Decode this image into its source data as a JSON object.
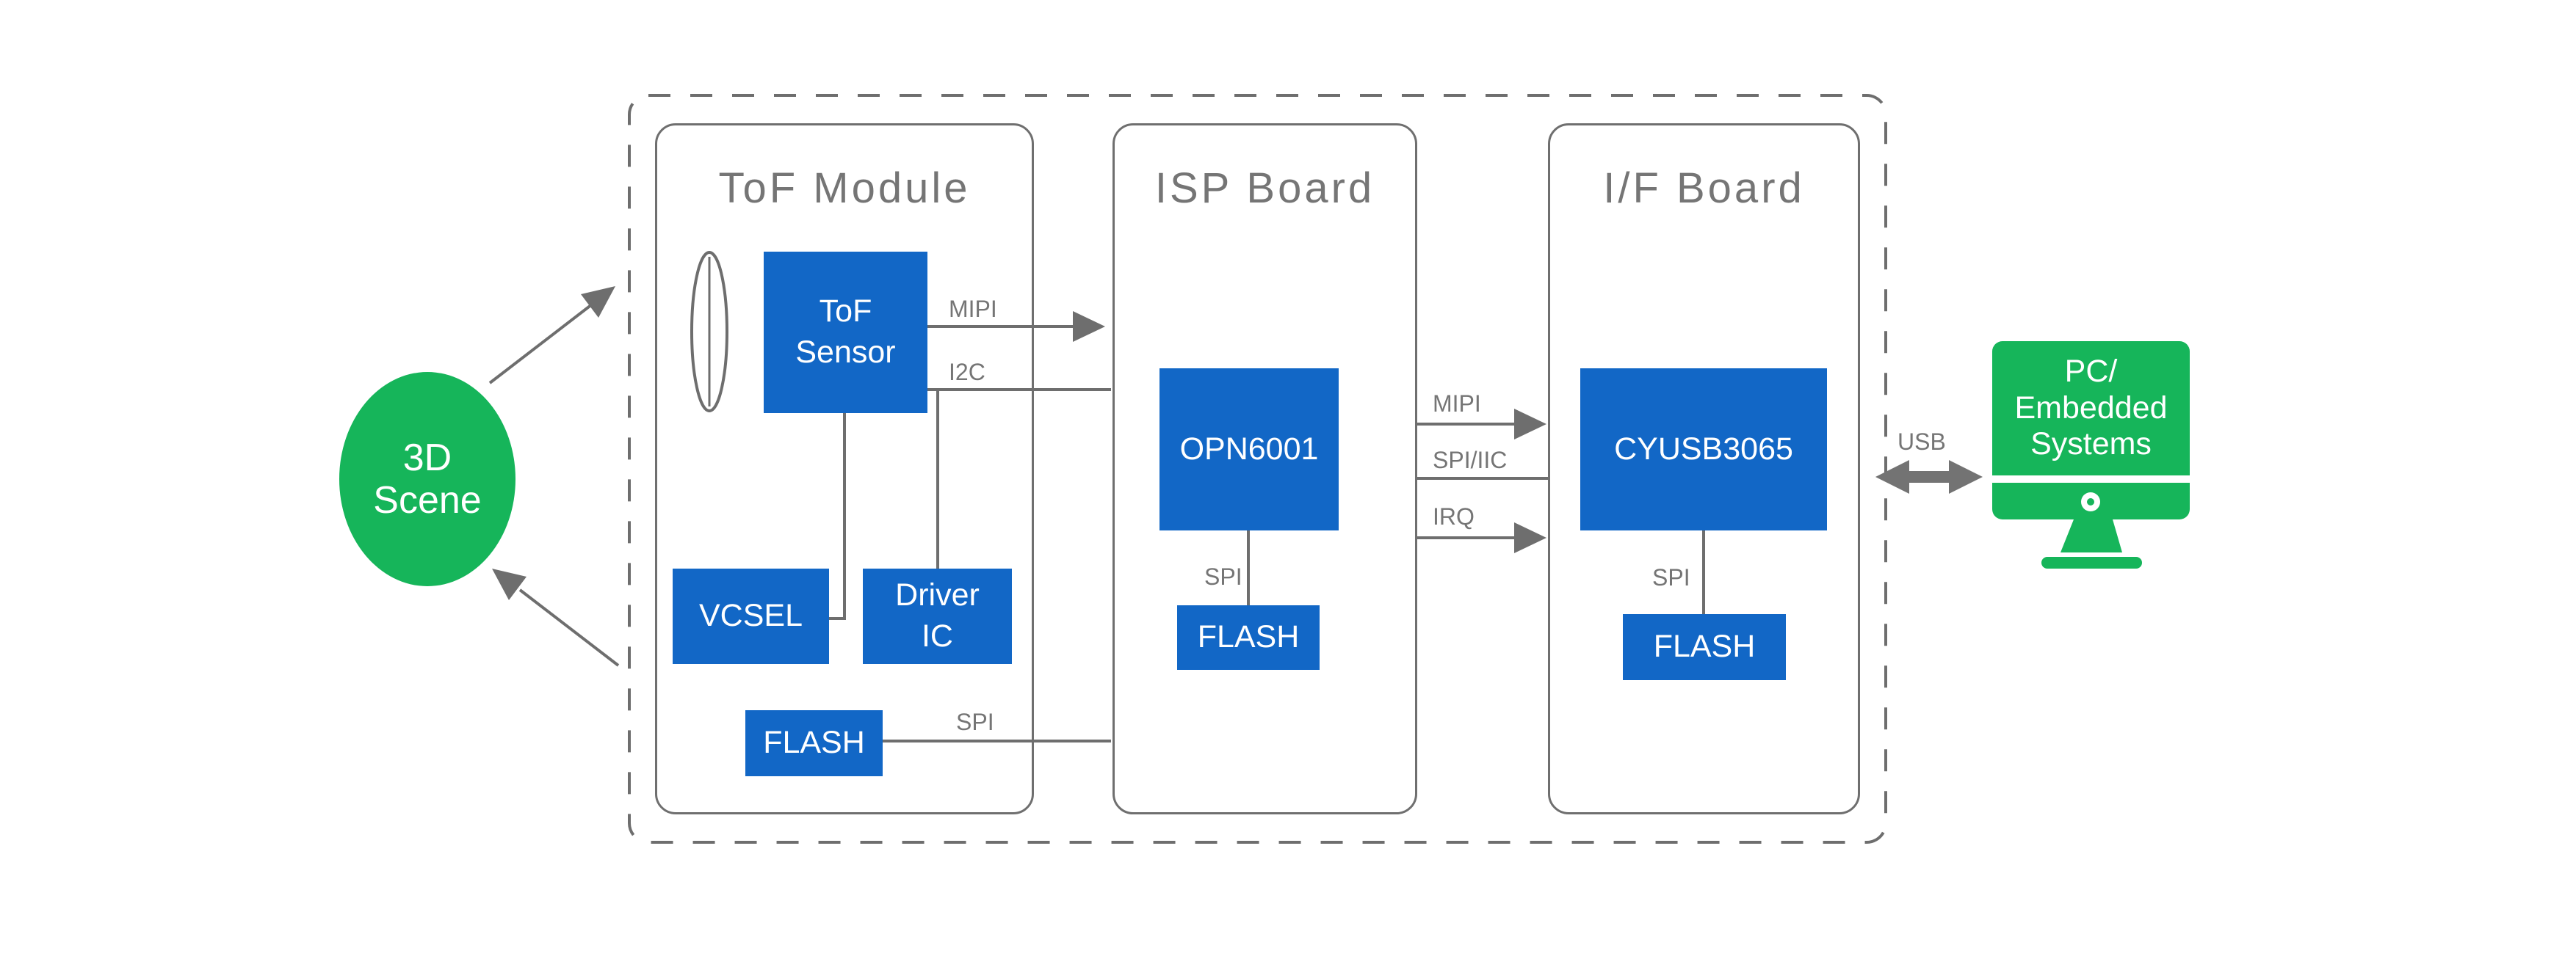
{
  "colors": {
    "block_blue": "#1267C6",
    "accent_green": "#16B55A",
    "line_gray": "#6E6E6E",
    "text_gray": "#757575"
  },
  "scene": {
    "label": "3D\nScene"
  },
  "enclosure": {
    "tof_module": {
      "title": "ToF Module",
      "sensor": "ToF\nSensor",
      "vcsel": "VCSEL",
      "driver_ic": "Driver\nIC",
      "flash": "FLASH"
    },
    "isp_board": {
      "title": "ISP Board",
      "processor": "OPN6001",
      "flash": "FLASH"
    },
    "if_board": {
      "title": "I/F Board",
      "controller": "CYUSB3065",
      "flash": "FLASH"
    }
  },
  "connections": {
    "sensor_mipi": "MIPI",
    "sensor_i2c": "I2C",
    "tof_flash_spi": "SPI",
    "isp_flash_spi": "SPI",
    "isp_mipi": "MIPI",
    "isp_spi_iic": "SPI/IIC",
    "isp_irq": "IRQ",
    "if_flash_spi": "SPI",
    "usb": "USB"
  },
  "host": {
    "label": "PC/\nEmbedded\nSystems"
  }
}
